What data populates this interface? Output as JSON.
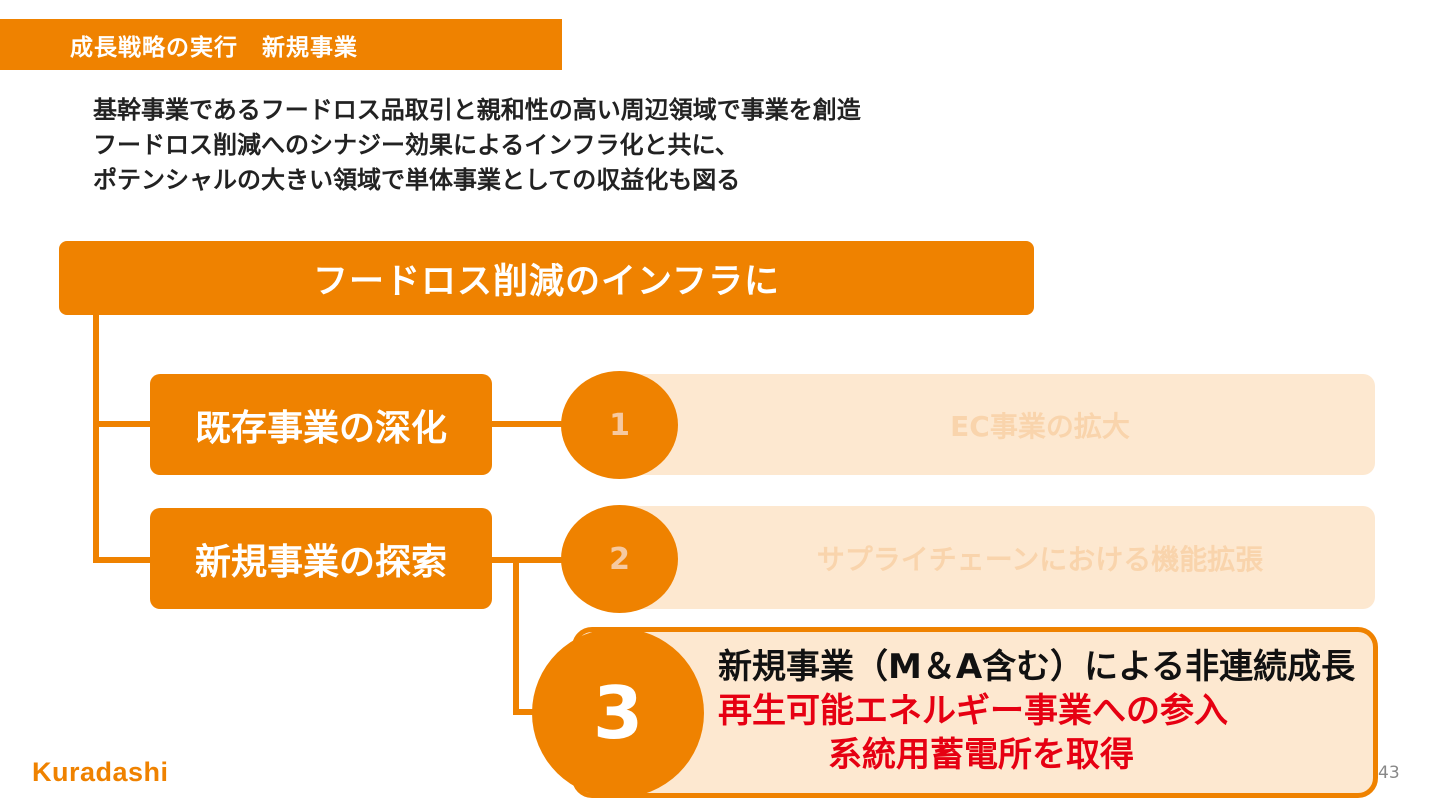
{
  "header": {
    "title": "成長戦略の実行　新規事業"
  },
  "intro": {
    "lines": [
      "基幹事業であるフードロス品取引と親和性の高い周辺領域で事業を創造",
      "フードロス削減へのシナジー効果によるインフラ化と共に、",
      "ポテンシャルの大きい領域で単体事業としての収益化も図る"
    ]
  },
  "diagram": {
    "top_label": "フードロス削減のインフラに",
    "categories": [
      {
        "label": "既存事業の深化"
      },
      {
        "label": "新規事業の探索"
      }
    ],
    "items": [
      {
        "number": "1",
        "label": "EC事業の拡大"
      },
      {
        "number": "2",
        "label": "サプライチェーンにおける機能拡張"
      },
      {
        "number": "3",
        "title": "新規事業（M＆A含む）による非連続成長",
        "sub1": "再生可能エネルギー事業への参入",
        "sub2": "系統用蓄電所を取得"
      }
    ]
  },
  "footer": {
    "logo": "Kuradashi",
    "page": "43"
  },
  "colors": {
    "accent": "#EF8200",
    "light": "#FDE8D0",
    "highlight": "#E60012"
  }
}
